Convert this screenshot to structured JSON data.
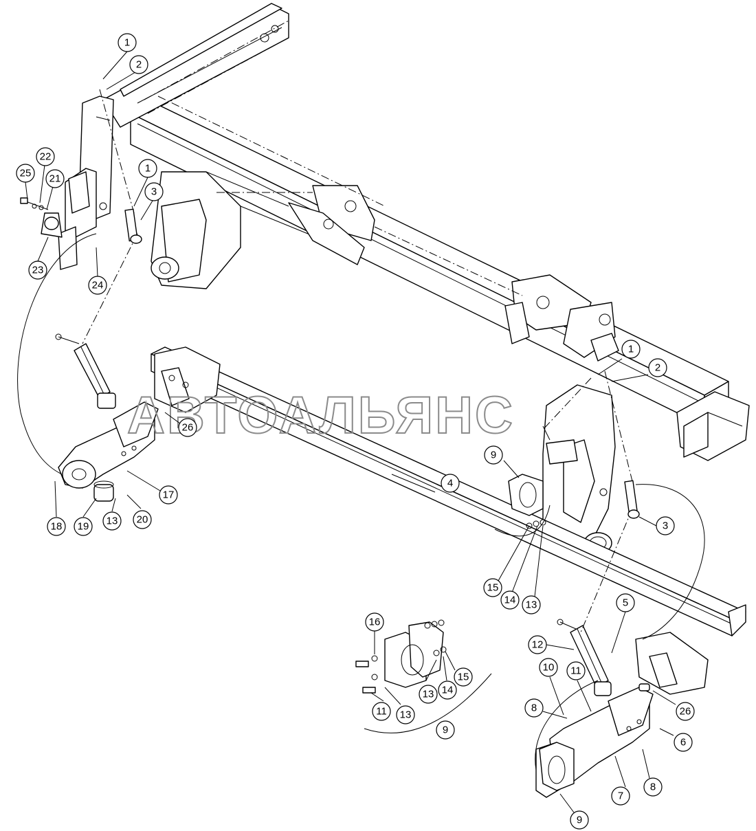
{
  "watermark": "АВТОАЛЬЯНС",
  "callouts": [
    {
      "id": "c1a",
      "label": "1"
    },
    {
      "id": "c2a",
      "label": "2"
    },
    {
      "id": "c1b",
      "label": "1"
    },
    {
      "id": "c3a",
      "label": "3"
    },
    {
      "id": "c25",
      "label": "25"
    },
    {
      "id": "c22",
      "label": "22"
    },
    {
      "id": "c21",
      "label": "21"
    },
    {
      "id": "c23",
      "label": "23"
    },
    {
      "id": "c24",
      "label": "24"
    },
    {
      "id": "c26a",
      "label": "26"
    },
    {
      "id": "c17",
      "label": "17"
    },
    {
      "id": "c18",
      "label": "18"
    },
    {
      "id": "c19",
      "label": "19"
    },
    {
      "id": "c13a",
      "label": "13"
    },
    {
      "id": "c20",
      "label": "20"
    },
    {
      "id": "c4",
      "label": "4"
    },
    {
      "id": "c1c",
      "label": "1"
    },
    {
      "id": "c2b",
      "label": "2"
    },
    {
      "id": "c9a",
      "label": "9"
    },
    {
      "id": "c3b",
      "label": "3"
    },
    {
      "id": "c15a",
      "label": "15"
    },
    {
      "id": "c14a",
      "label": "14"
    },
    {
      "id": "c13b",
      "label": "13"
    },
    {
      "id": "c5",
      "label": "5"
    },
    {
      "id": "c12",
      "label": "12"
    },
    {
      "id": "c16",
      "label": "16"
    },
    {
      "id": "c13c",
      "label": "13"
    },
    {
      "id": "c14b",
      "label": "14"
    },
    {
      "id": "c15b",
      "label": "15"
    },
    {
      "id": "c11a",
      "label": "11"
    },
    {
      "id": "c13d",
      "label": "13"
    },
    {
      "id": "c9b",
      "label": "9"
    },
    {
      "id": "c10",
      "label": "10"
    },
    {
      "id": "c11b",
      "label": "11"
    },
    {
      "id": "c8a",
      "label": "8"
    },
    {
      "id": "c26b",
      "label": "26"
    },
    {
      "id": "c6",
      "label": "6"
    },
    {
      "id": "c7",
      "label": "7"
    },
    {
      "id": "c8b",
      "label": "8"
    },
    {
      "id": "c9c",
      "label": "9"
    }
  ]
}
